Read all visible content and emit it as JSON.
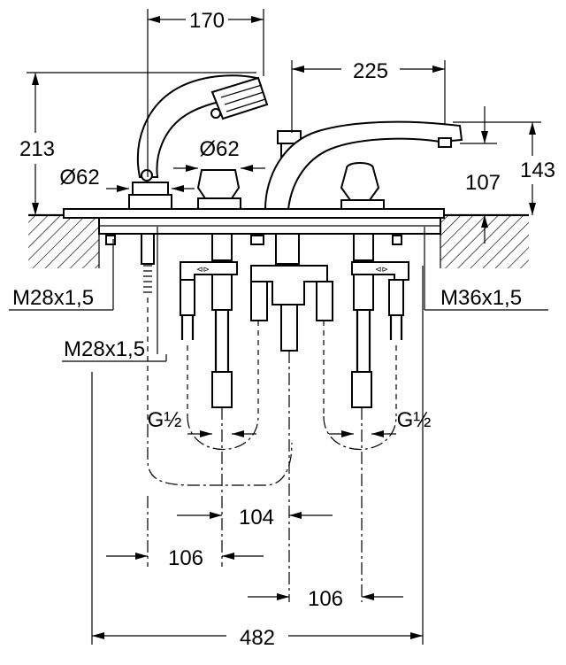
{
  "dimensions": {
    "d170": "170",
    "d225": "225",
    "d213": "213",
    "d62_left": "Ø62",
    "d62_mid": "Ø62",
    "d107": "107",
    "d143": "143",
    "thread_left_upper": "M28x1,5",
    "thread_left_lower": "M28x1,5",
    "thread_right": "M36x1,5",
    "g_left": "G½",
    "g_right": "G½",
    "d104": "104",
    "d106_left": "106",
    "d106_right": "106",
    "d482": "482"
  }
}
